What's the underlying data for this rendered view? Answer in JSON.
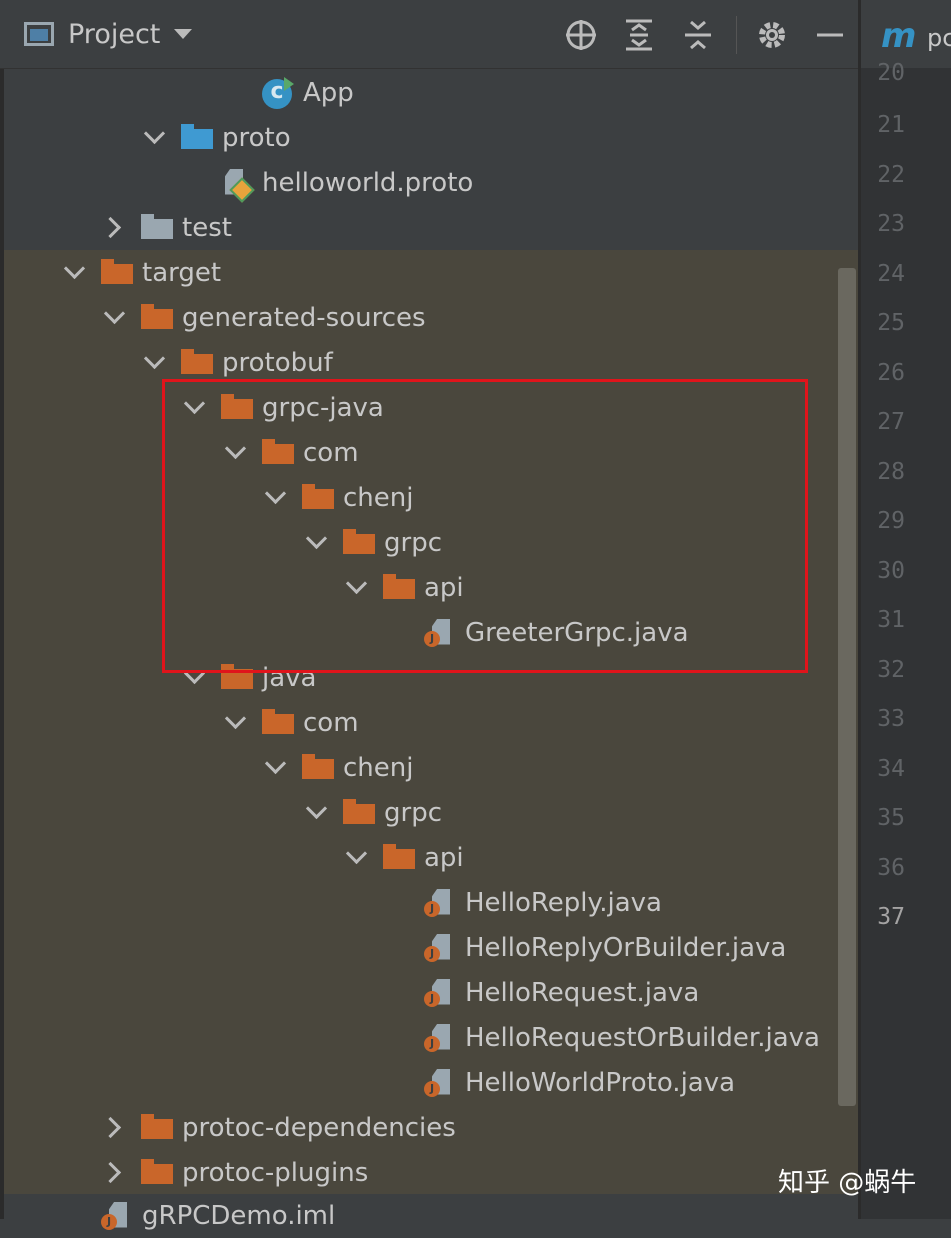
{
  "toolbar": {
    "title": "Project",
    "buttons": [
      "locate-icon",
      "expand-all-icon",
      "collapse-all-icon",
      "gear-icon",
      "minimize-icon"
    ]
  },
  "tree": [
    {
      "label": "App",
      "icon": "app-class-icon"
    },
    {
      "label": "proto",
      "icon": "folder-icon",
      "expanded": true
    },
    {
      "label": "helloworld.proto",
      "icon": "proto-file-icon"
    },
    {
      "label": "test",
      "icon": "folder-icon",
      "expanded": false
    },
    {
      "label": "target",
      "icon": "folder-icon",
      "expanded": true
    },
    {
      "label": "generated-sources",
      "icon": "folder-icon",
      "expanded": true
    },
    {
      "label": "protobuf",
      "icon": "folder-icon",
      "expanded": true
    },
    {
      "label": "grpc-java",
      "icon": "folder-icon",
      "expanded": true
    },
    {
      "label": "com",
      "icon": "folder-icon",
      "expanded": true
    },
    {
      "label": "chenj",
      "icon": "folder-icon",
      "expanded": true
    },
    {
      "label": "grpc",
      "icon": "folder-icon",
      "expanded": true
    },
    {
      "label": "api",
      "icon": "folder-icon",
      "expanded": true
    },
    {
      "label": "GreeterGrpc.java",
      "icon": "java-file-icon"
    },
    {
      "label": "java",
      "icon": "folder-icon",
      "expanded": true
    },
    {
      "label": "com",
      "icon": "folder-icon",
      "expanded": true
    },
    {
      "label": "chenj",
      "icon": "folder-icon",
      "expanded": true
    },
    {
      "label": "grpc",
      "icon": "folder-icon",
      "expanded": true
    },
    {
      "label": "api",
      "icon": "folder-icon",
      "expanded": true
    },
    {
      "label": "HelloReply.java",
      "icon": "java-file-icon"
    },
    {
      "label": "HelloReplyOrBuilder.java",
      "icon": "java-file-icon"
    },
    {
      "label": "HelloRequest.java",
      "icon": "java-file-icon"
    },
    {
      "label": "HelloRequestOrBuilder.java",
      "icon": "java-file-icon"
    },
    {
      "label": "HelloWorldProto.java",
      "icon": "java-file-icon"
    },
    {
      "label": "protoc-dependencies",
      "icon": "folder-icon",
      "expanded": false
    },
    {
      "label": "protoc-plugins",
      "icon": "folder-icon",
      "expanded": false
    },
    {
      "label": "gRPCDemo.iml",
      "icon": "module-file-icon"
    }
  ],
  "editor": {
    "tab_prefix": "m",
    "tab_label": "pc",
    "line_numbers": [
      "20",
      "21",
      "22",
      "23",
      "24",
      "25",
      "26",
      "27",
      "28",
      "29",
      "30",
      "31",
      "32",
      "33",
      "34",
      "35",
      "36",
      "37"
    ],
    "current_line": "37"
  },
  "watermark": "知乎 @蜗牛",
  "colors": {
    "folder": "#c9662a",
    "source_folder": "#3f9ad2",
    "highlight_box": "#e0141b",
    "selection_bg": "#4a473d"
  }
}
